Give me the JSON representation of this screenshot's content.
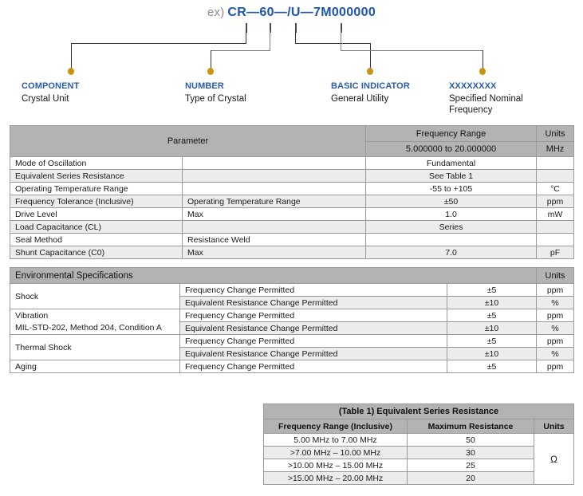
{
  "part_number": {
    "prefix": "ex)",
    "value": "CR—60—/U—7M000000",
    "callouts": [
      {
        "title": "COMPONENT",
        "desc": "Crystal Unit"
      },
      {
        "title": "NUMBER",
        "desc": "Type of Crystal"
      },
      {
        "title": "BASIC INDICATOR",
        "desc": "General Utility"
      },
      {
        "title": "XXXXXXXX",
        "desc": "Specified Nominal Frequency"
      }
    ]
  },
  "main_table": {
    "headers": {
      "parameter": "Parameter",
      "frequency_range": "Frequency Range",
      "frequency_range_value": "5.000000 to 20.000000",
      "units": "Units",
      "units_value": "MHz"
    },
    "rows": [
      {
        "parameter": "Mode of Oscillation",
        "condition": "",
        "value": "Fundamental",
        "units": ""
      },
      {
        "parameter": "Equivalent Series Resistance",
        "condition": "",
        "value": "See Table 1",
        "units": ""
      },
      {
        "parameter": "Operating Temperature Range",
        "condition": "",
        "value": "-55 to +105",
        "units": "°C"
      },
      {
        "parameter": "Frequency Tolerance (Inclusive)",
        "condition": "Operating Temperature Range",
        "value": "±50",
        "units": "ppm"
      },
      {
        "parameter": "Drive Level",
        "condition": "Max",
        "value": "1.0",
        "units": "mW"
      },
      {
        "parameter": "Load Capacitance (CL)",
        "condition": "",
        "value": "Series",
        "units": ""
      },
      {
        "parameter": "Seal Method",
        "condition": "Resistance Weld",
        "value": "",
        "units": ""
      },
      {
        "parameter": "Shunt Capacitance (C0)",
        "condition": "Max",
        "value": "7.0",
        "units": "pF"
      }
    ]
  },
  "env_table": {
    "title": "Environmental Specifications",
    "units_header": "Units",
    "groups": [
      {
        "name": "Shock",
        "name_line2": "",
        "rows": [
          {
            "test": "Frequency Change Permitted",
            "value": "±5",
            "units": "ppm"
          },
          {
            "test": "Equivalent Resistance Change Permitted",
            "value": "±10",
            "units": "%"
          }
        ]
      },
      {
        "name": "Vibration",
        "name_line2": "MIL-STD-202, Method 204, Condition A",
        "rows": [
          {
            "test": "Frequency Change Permitted",
            "value": "±5",
            "units": "ppm"
          },
          {
            "test": "Equivalent Resistance Change Permitted",
            "value": "±10",
            "units": "%"
          }
        ]
      },
      {
        "name": "Thermal Shock",
        "name_line2": "",
        "rows": [
          {
            "test": "Frequency Change Permitted",
            "value": "±5",
            "units": "ppm"
          },
          {
            "test": "Equivalent Resistance Change Permitted",
            "value": "±10",
            "units": "%"
          }
        ]
      },
      {
        "name": "Aging",
        "name_line2": "",
        "rows": [
          {
            "test": "Frequency Change Permitted",
            "value": "±5",
            "units": "ppm"
          }
        ]
      }
    ]
  },
  "esr_table": {
    "title": "(Table 1) Equivalent Series Resistance",
    "headers": {
      "frequency_range": "Frequency Range (Inclusive)",
      "max_resistance": "Maximum Resistance",
      "units": "Units"
    },
    "units_value": "Ω",
    "rows": [
      {
        "range": "5.00 MHz to 7.00 MHz",
        "resistance": "50"
      },
      {
        "range": ">7.00 MHz – 10.00 MHz",
        "resistance": "30"
      },
      {
        "range": ">10.00 MHz – 15.00 MHz",
        "resistance": "25"
      },
      {
        "range": ">15.00 MHz – 20.00 MHz",
        "resistance": "20"
      }
    ]
  }
}
